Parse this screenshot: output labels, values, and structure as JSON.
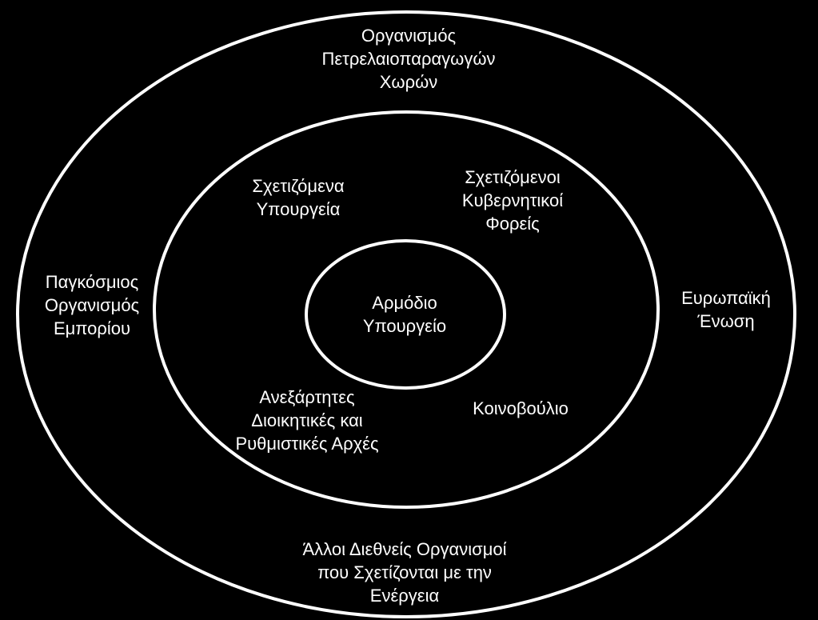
{
  "colors": {
    "background": "#000000",
    "stroke": "#ffffff",
    "text": "#ffffff"
  },
  "outer_ring": {
    "top": [
      "Οργανισμός",
      "Πετρελαιοπαραγωγών",
      "Χωρών"
    ],
    "left": [
      "Παγκόσμιος",
      "Οργανισμός",
      "Εμπορίου"
    ],
    "right": [
      "Ευρωπαϊκή",
      "Ένωση"
    ],
    "bottom": [
      "Άλλοι Διεθνείς Οργανισμοί",
      "που Σχετίζονται με την",
      "Ενέργεια"
    ]
  },
  "middle_ring": {
    "top_left": [
      "Σχετιζόμενα",
      "Υπουργεία"
    ],
    "top_right": [
      "Σχετιζόμενοι",
      "Κυβερνητικοί",
      "Φορείς"
    ],
    "bottom_left": [
      "Ανεξάρτητες",
      "Διοικητικές και",
      "Ρυθμιστικές Αρχές"
    ],
    "bottom_right": [
      "Κοινοβούλιο"
    ]
  },
  "core": {
    "label": [
      "Αρμόδιο",
      "Υπουργείο"
    ]
  }
}
